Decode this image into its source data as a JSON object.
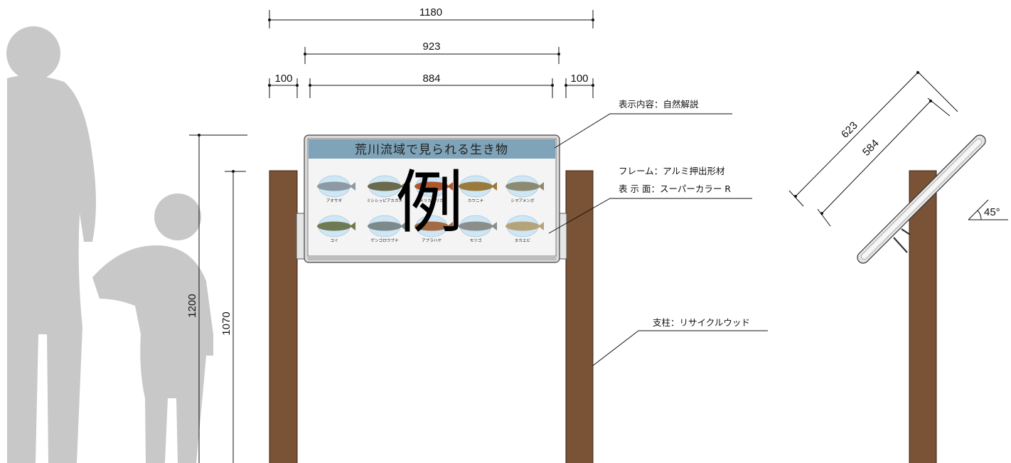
{
  "dimensions": {
    "total_width": "1180",
    "frame_width": "923",
    "display_width": "884",
    "margin_left": "100",
    "margin_right": "100",
    "height_total": "1200",
    "height_panel_bottom": "1070",
    "side_panel_length_outer": "623",
    "side_panel_length_inner": "584",
    "angle": "45°"
  },
  "callouts": {
    "display_content": "表示内容：自然解説",
    "frame": "フレーム：アルミ押出形材",
    "display_surface": "表 示 面：スーパーカラー R",
    "post": "支柱：リサイクルウッド"
  },
  "sign": {
    "title": "荒川流域で見られる生き物",
    "watermark": "例",
    "species": [
      {
        "label": "アオサギ",
        "color": "#8c9aa6"
      },
      {
        "label": "ミシシッピアカガメ",
        "color": "#6b6a4c"
      },
      {
        "label": "アメリカザリガニ",
        "color": "#b0562f"
      },
      {
        "label": "カワニナ",
        "color": "#9a7a3c"
      },
      {
        "label": "シマアメンボ",
        "color": "#8c8a70"
      },
      {
        "label": "コイ",
        "color": "#6f7a54"
      },
      {
        "label": "ゲンゴロウブナ",
        "color": "#7d8a8c"
      },
      {
        "label": "アブラハヤ",
        "color": "#a36a44"
      },
      {
        "label": "モツゴ",
        "color": "#8a8f8c"
      },
      {
        "label": "ヌカエビ",
        "color": "#b5a47a"
      }
    ]
  },
  "colors": {
    "post": "#7a5236",
    "frame": "#d9d9d9",
    "title_band": "#7fa3b8",
    "silhouette": "#c8c8c8",
    "bubble": "#cfe6f4"
  }
}
